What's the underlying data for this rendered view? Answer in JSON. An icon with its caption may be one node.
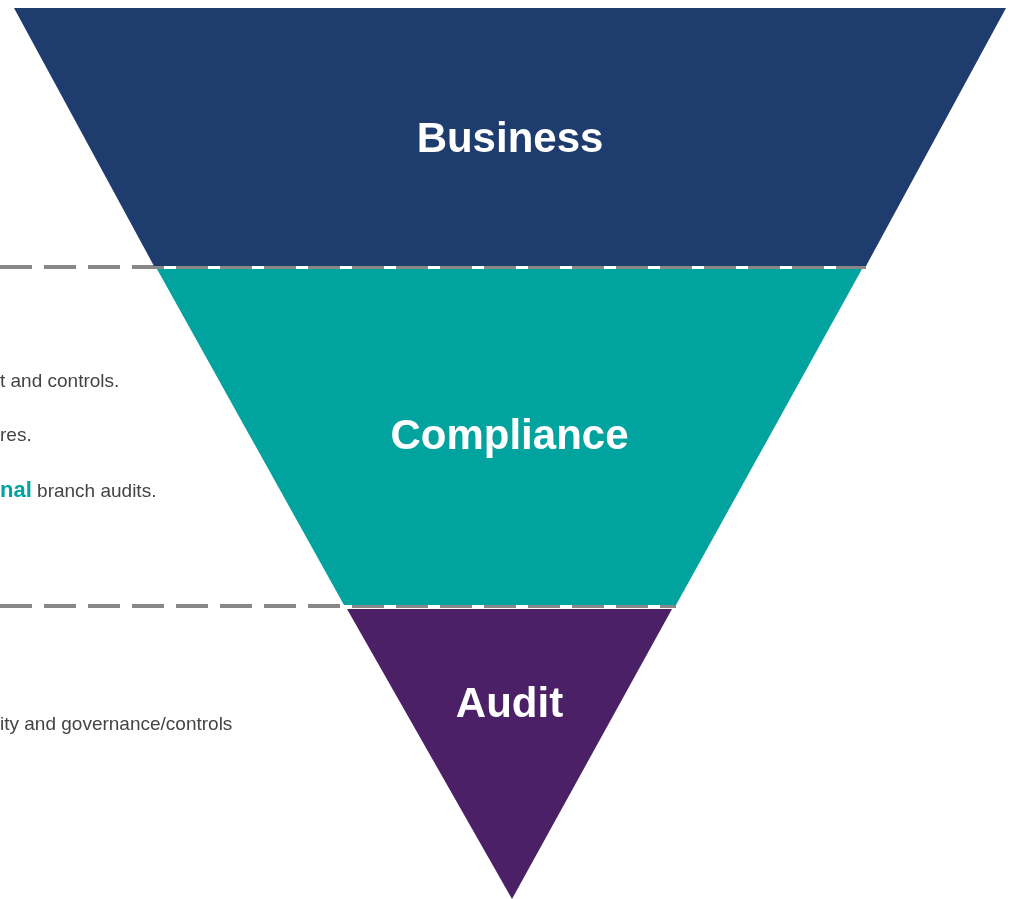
{
  "diagram": {
    "nodes": [
      {
        "text": [
          "Business"
        ]
      },
      {
        "text": [
          "Compliance"
        ]
      },
      {
        "text": [
          "Audit"
        ]
      }
    ],
    "labels": [
      "t and controls.",
      "res.",
      "**nal** branch audits.",
      "ity and governance/controls"
    ]
  }
}
